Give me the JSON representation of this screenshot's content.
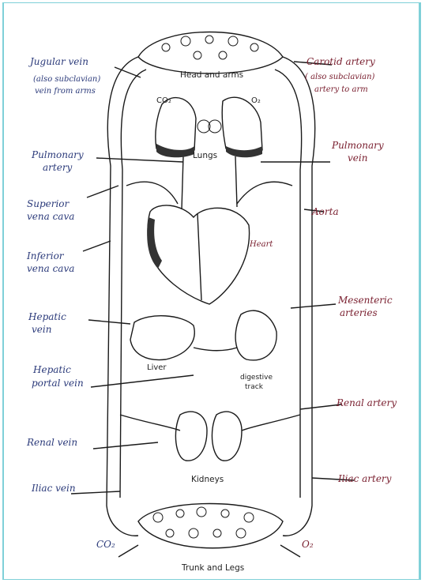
{
  "colors": {
    "border": "#7fd0d8",
    "vein_label": "#2b3a7a",
    "artery_label": "#7a2030",
    "outline": "#1a1a1a"
  },
  "labels_left": {
    "jugular_1": "Jugular vein",
    "jugular_2": "(also subclavian)",
    "jugular_3": "vein from arms",
    "pulm_artery_1": "Pulmonary",
    "pulm_artery_2": "artery",
    "svc_1": "Superior",
    "svc_2": "vena cava",
    "ivc_1": "Inferior",
    "ivc_2": "vena cava",
    "hepatic_1": "Hepatic",
    "hepatic_2": "vein",
    "hpv_1": "Hepatic",
    "hpv_2": "portal vein",
    "renal_vein": "Renal vein",
    "iliac_vein": "Iliac vein",
    "co2_bottom": "CO₂"
  },
  "labels_right": {
    "carotid_1": "Carotid artery",
    "carotid_2": "( also subclavian)",
    "carotid_3": "artery to arm",
    "pulm_vein_1": "Pulmonary",
    "pulm_vein_2": "vein",
    "aorta": "Aorta",
    "mesenteric_1": "Mesenteric",
    "mesenteric_2": "arteries",
    "renal_artery": "Renal artery",
    "iliac_artery": "Iliac artery",
    "o2_bottom": "O₂"
  },
  "labels_center": {
    "head_arms": "Head and arms",
    "co2_lung": "CO₂",
    "o2_lung": "O₂",
    "lungs": "Lungs",
    "heart": "Heart",
    "liver": "Liver",
    "digestive_1": "digestive",
    "digestive_2": "track",
    "kidneys": "Kidneys",
    "trunk_legs": "Trunk and Legs"
  }
}
